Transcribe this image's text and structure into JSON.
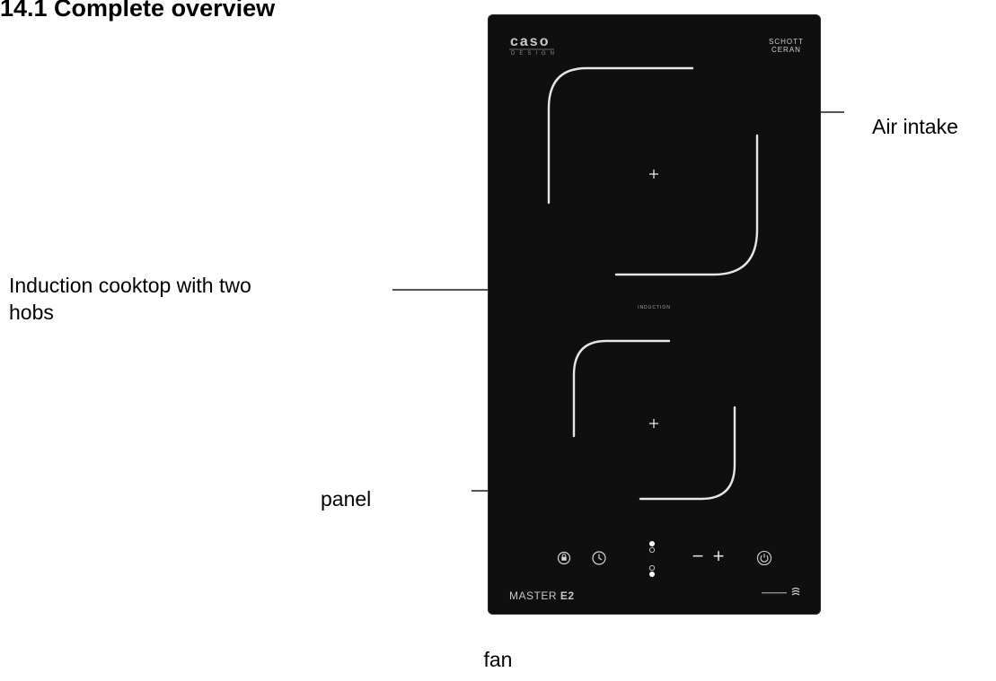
{
  "heading": "14.1 Complete overview",
  "labels": {
    "air_intake": "Air intake",
    "cooktop_line1": "Induction cooktop with two",
    "cooktop_line2": "hobs",
    "panel": "panel",
    "fan": "fan"
  },
  "cooktop": {
    "brand": "caso",
    "brand_sub": "DESIGN",
    "glass_brand_line1": "SCHOTT",
    "glass_brand_line2": "CERAN",
    "induction": "INDUCTION",
    "model_text": "MASTER",
    "model_suffix": "E2",
    "plus_glyph": "+",
    "minus_glyph": "−",
    "colors": {
      "glass": "#0f0f10",
      "markings": "#e6e6e6"
    },
    "controls": [
      "lock-icon",
      "timer-icon",
      "zone-select-icon",
      "minus-icon",
      "plus-icon",
      "power-icon"
    ]
  }
}
